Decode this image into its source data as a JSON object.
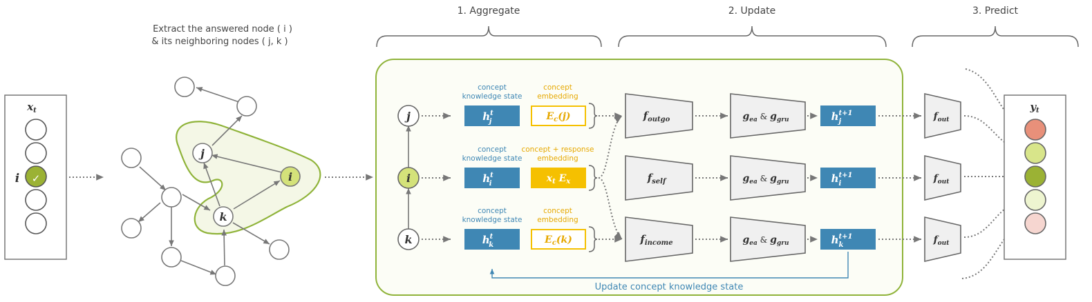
{
  "stages": {
    "aggregate": "1. Aggregate",
    "update": "2. Update",
    "predict": "3. Predict"
  },
  "extract_caption": {
    "line1": "Extract the answered node ( i )",
    "line2": "& its neighboring nodes ( j, k )"
  },
  "input_panel": {
    "label": "x",
    "label_sub": "t",
    "row_label": "i",
    "check": "✓"
  },
  "output_panel": {
    "label": "y",
    "label_sub": "t"
  },
  "graph_nodes": {
    "i": "i",
    "j": "j",
    "k": "k"
  },
  "rows": [
    {
      "node": "j",
      "state_caption_1": "concept",
      "state_caption_2": "knowledge state",
      "state_symbol": "h",
      "state_sup": "t",
      "state_sub": "j",
      "embed_caption_1": "concept",
      "embed_caption_2": "embedding",
      "embed_text": "E",
      "embed_sub": "c",
      "embed_arg": "(j)",
      "func": "f",
      "func_sub": "outgo",
      "upd_left": "g",
      "upd_left_sub": "ea",
      "upd_amp": " & ",
      "upd_right": "g",
      "upd_right_sub": "gru",
      "new_symbol": "h",
      "new_sup": "t+1",
      "new_sub": "j",
      "out_func": "f",
      "out_func_sub": "out"
    },
    {
      "node": "i",
      "state_caption_1": "concept",
      "state_caption_2": "knowledge state",
      "state_symbol": "h",
      "state_sup": "t",
      "state_sub": "i",
      "embed_caption_1": "concept + response",
      "embed_caption_2": "embedding",
      "embed_text": "x",
      "embed_sub": "t",
      "embed_arg": " E",
      "embed_arg_sub": "x",
      "func": "f",
      "func_sub": "self",
      "upd_left": "g",
      "upd_left_sub": "ea",
      "upd_amp": " & ",
      "upd_right": "g",
      "upd_right_sub": "gru",
      "new_symbol": "h",
      "new_sup": "t+1",
      "new_sub": "i",
      "out_func": "f",
      "out_func_sub": "out"
    },
    {
      "node": "k",
      "state_caption_1": "concept",
      "state_caption_2": "knowledge state",
      "state_symbol": "h",
      "state_sup": "t",
      "state_sub": "k",
      "embed_caption_1": "concept",
      "embed_caption_2": "embedding",
      "embed_text": "E",
      "embed_sub": "c",
      "embed_arg": "(k)",
      "func": "f",
      "func_sub": "income",
      "upd_left": "g",
      "upd_left_sub": "ea",
      "upd_amp": " & ",
      "upd_right": "g",
      "upd_right_sub": "gru",
      "new_symbol": "h",
      "new_sup": "t+1",
      "new_sub": "k",
      "out_func": "f",
      "out_func_sub": "out"
    }
  ],
  "feedback_label": "Update concept knowledge state",
  "colors": {
    "green_border": "#8fb339",
    "node_i_fill": "#d4e27a",
    "blue_box": "#3f87b4",
    "caption_blue": "#3f87b4",
    "yellow": "#f5c000",
    "caption_yellow": "#e6a800",
    "gray": "#777777",
    "func_fill": "#f0f0f0",
    "panel_bg": "#fcfdf6"
  },
  "output_circles": [
    "#e8907a",
    "#d8e58a",
    "#9bb234",
    "#eef5d0",
    "#f6d6d0"
  ],
  "input_circles": [
    "#ffffff",
    "#ffffff",
    "#9bb234",
    "#ffffff",
    "#ffffff"
  ]
}
